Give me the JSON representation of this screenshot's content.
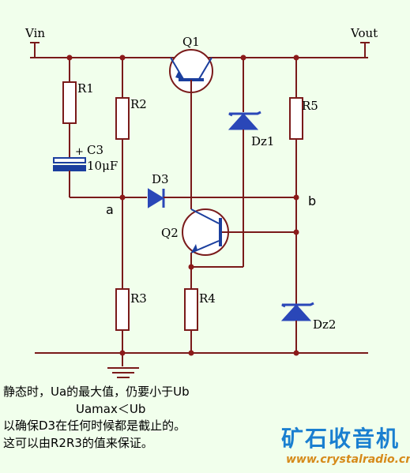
{
  "labels": {
    "vin": "Vin",
    "vout": "Vout",
    "q1": "Q1",
    "q2": "Q2",
    "r1": "R1",
    "r2": "R2",
    "r3": "R3",
    "r4": "R4",
    "r5": "R5",
    "c3": "C3",
    "c3_value": "10μF",
    "d3": "D3",
    "dz1": "Dz1",
    "dz2": "Dz2",
    "node_a": "a",
    "node_b": "b"
  },
  "notes": {
    "line1": "静态时，Ua的最大值，仍要小于Ub",
    "line2": "Uamax＜Ub",
    "line3": "以确保D3在任何时候都是截止的。",
    "line4": "这可以由R2R3的值来保证。"
  },
  "watermark": {
    "name": "矿石收音机",
    "url": "www.crystalradio.cn"
  },
  "colors": {
    "background": "#f1ffec",
    "wire": "#7a1a1a",
    "diode": "#2a47b8"
  }
}
